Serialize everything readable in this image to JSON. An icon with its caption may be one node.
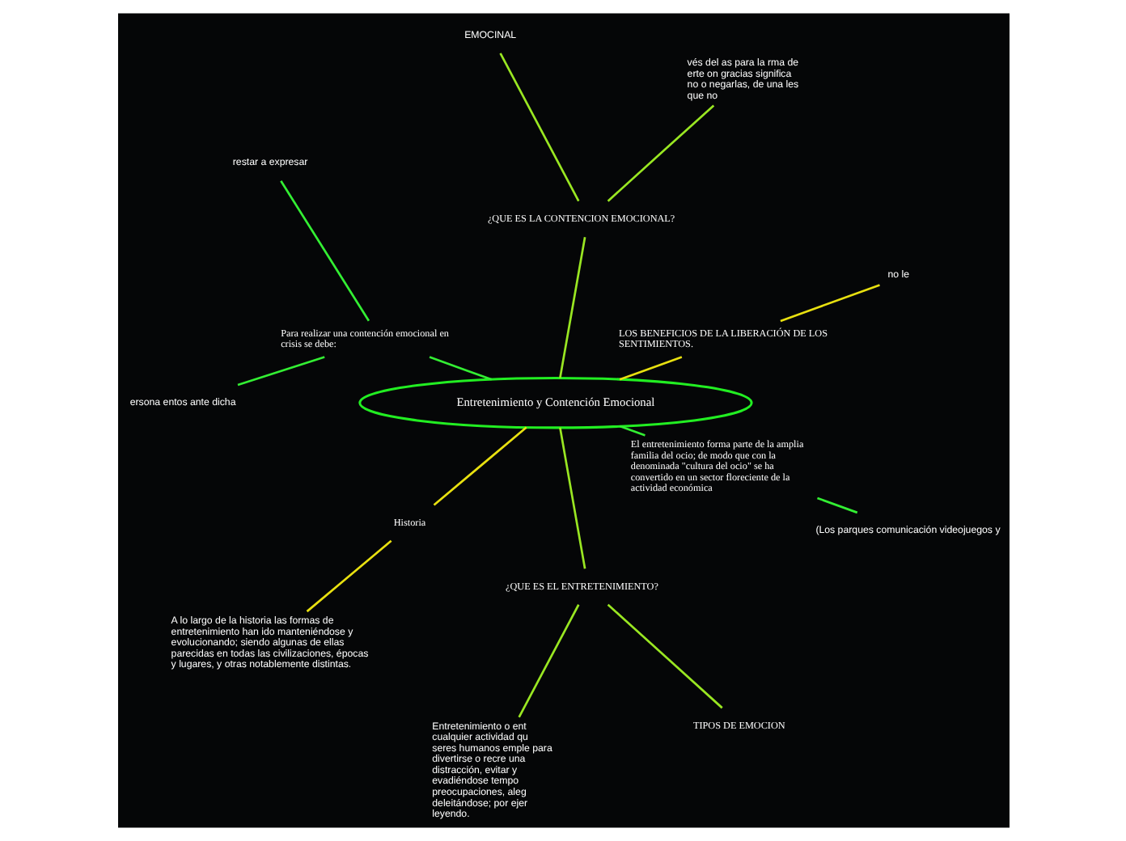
{
  "diagram": {
    "nodes": [
      {
        "text": [
          "Entretenimiento y Contención Emocional"
        ]
      },
      {
        "text": [
          "LOS BENEFICIOS DE LA LIBERACIÓN DE LOS SENTIMIENTOS."
        ]
      },
      {
        "text": [
          "no le"
        ]
      },
      {
        "text": [
          "¿QUE ES LA CONTENCION EMOCIONAL?"
        ]
      },
      {
        "text": [
          "vés del as para la rma de erte on gracias significa no o negarlas, de una les que no"
        ]
      },
      {
        "text": [
          "EMOCINAL"
        ]
      },
      {
        "text": [
          "Para realizar una contención emocional en crisis se debe:"
        ]
      },
      {
        "text": [
          "restar a expresar"
        ]
      },
      {
        "text": [
          "ersona entos ante dicha"
        ]
      },
      {
        "text": [
          "Historia"
        ]
      },
      {
        "text": [
          "A lo largo de la historia las formas de entretenimiento han ido manteniéndose y evolucionando; siendo algunas de ellas parecidas en todas las civilizaciones, épocas y lugares, y otras notablemente distintas."
        ]
      },
      {
        "text": [
          "¿QUE ES EL ENTRETENIMIENTO?"
        ]
      },
      {
        "text": [
          "Entretenimiento o ent cualquier actividad qu seres humanos emple para divertirse o recre una distracción, evitar y evadiéndose tempo preocupaciones, aleg deleitándose; por ejer leyendo."
        ]
      },
      {
        "text": [
          "TIPOS DE EMOCION"
        ]
      },
      {
        "text": [
          "El entretenimiento forma parte de la amplia familia del ocio; de modo que con la denominada \"cultura del ocio\" se ha convertido en un sector floreciente de la actividad económica"
        ]
      },
      {
        "text": [
          "(Los parques comunicación videojuegos y"
        ]
      }
    ],
    "edges": [
      {
        "from": 0,
        "to": 1,
        "arrow": "none",
        "color": "#e8e010"
      },
      {
        "from": 1,
        "to": 2,
        "arrow": "none",
        "color": "#e8e010"
      },
      {
        "from": 0,
        "to": 3,
        "arrow": "none",
        "color": "#99e622"
      },
      {
        "from": 3,
        "to": 4,
        "arrow": "none",
        "color": "#99e622"
      },
      {
        "from": 3,
        "to": 5,
        "arrow": "none",
        "color": "#99e622"
      },
      {
        "from": 0,
        "to": 6,
        "arrow": "none",
        "color": "#33ee33"
      },
      {
        "from": 6,
        "to": 7,
        "arrow": "none",
        "color": "#33ee33"
      },
      {
        "from": 6,
        "to": 8,
        "arrow": "none",
        "color": "#33ee33"
      },
      {
        "from": 0,
        "to": 9,
        "arrow": "none",
        "color": "#e8e010"
      },
      {
        "from": 9,
        "to": 10,
        "arrow": "none",
        "color": "#e8e010"
      },
      {
        "from": 0,
        "to": 11,
        "arrow": "none",
        "color": "#99e622"
      },
      {
        "from": 11,
        "to": 12,
        "arrow": "none",
        "color": "#99e622"
      },
      {
        "from": 11,
        "to": 13,
        "arrow": "none",
        "color": "#99e622"
      },
      {
        "from": 0,
        "to": 14,
        "arrow": "none",
        "color": "#33ee33"
      },
      {
        "from": 14,
        "to": 15,
        "arrow": "none",
        "color": "#33ee33"
      }
    ]
  }
}
